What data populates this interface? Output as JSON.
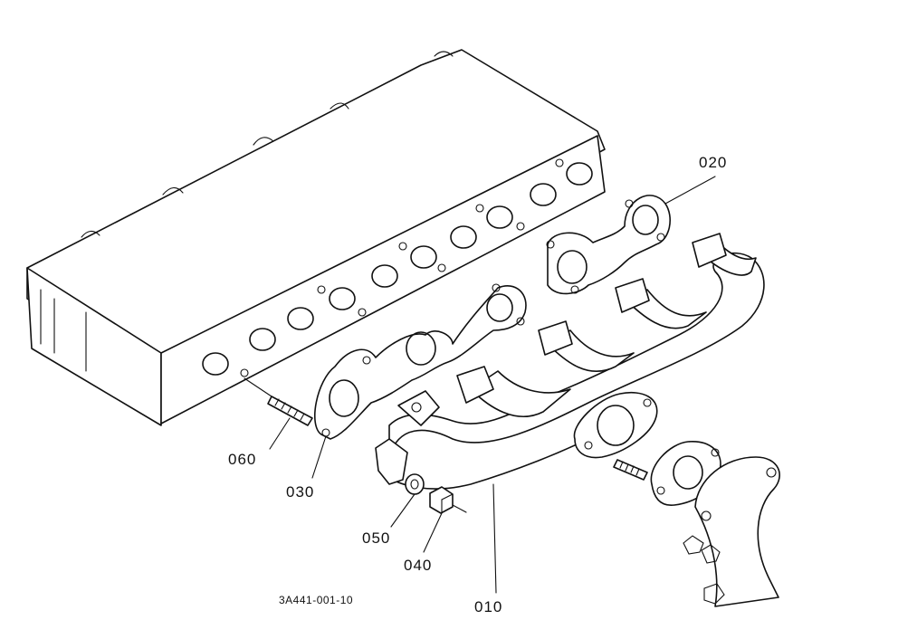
{
  "callouts": {
    "p010": "010",
    "p020": "020",
    "p030": "030",
    "p040": "040",
    "p050": "050",
    "p060": "060"
  },
  "figure_code": "3A441-001-10"
}
